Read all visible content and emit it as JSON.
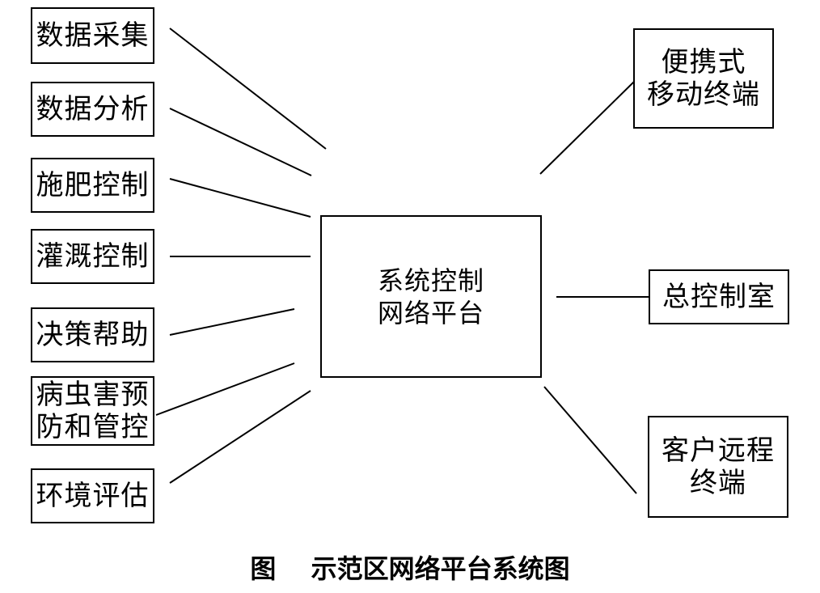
{
  "left_nodes": [
    {
      "lines": [
        "数据采集"
      ]
    },
    {
      "lines": [
        "数据分析"
      ]
    },
    {
      "lines": [
        "施肥控制"
      ]
    },
    {
      "lines": [
        "灌溉控制"
      ]
    },
    {
      "lines": [
        "决策帮助"
      ]
    },
    {
      "lines": [
        "病虫害预",
        "防和管控"
      ]
    },
    {
      "lines": [
        "环境评估"
      ]
    }
  ],
  "center_node": {
    "lines": [
      "系统控制",
      "网络平台"
    ]
  },
  "right_nodes": [
    {
      "lines": [
        "便携式",
        "移动终端"
      ]
    },
    {
      "lines": [
        "总控制室"
      ]
    },
    {
      "lines": [
        "客户远程",
        "终端"
      ]
    }
  ],
  "caption": "图　 示范区网络平台系统图"
}
